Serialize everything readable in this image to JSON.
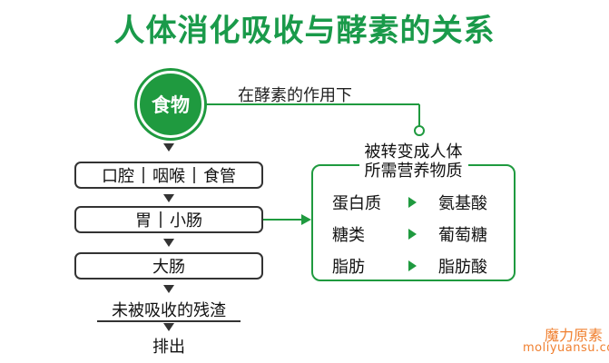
{
  "title": "人体消化吸收与酵素的关系",
  "food": "食物",
  "enzyme_label": "在酵素的作用下",
  "stages": [
    {
      "parts": [
        "口腔",
        "咽喉",
        "食管"
      ]
    },
    {
      "parts": [
        "胃",
        "小肠"
      ]
    },
    {
      "parts": [
        "大肠"
      ]
    }
  ],
  "residue": "未被吸收的残渣",
  "excrete": "排出",
  "box": {
    "title_line1": "被转变成人体",
    "title_line2": "所需营养物质",
    "conversions": [
      {
        "from": "蛋白质",
        "to": "氨基酸"
      },
      {
        "from": "糖类",
        "to": "葡萄糖"
      },
      {
        "from": "脂肪",
        "to": "脂肪酸"
      }
    ]
  },
  "watermark": {
    "cn": "魔力原素",
    "en": "moliyuansu.com"
  },
  "colors": {
    "green": "#1f9a3f",
    "title_green": "#1a9a4a",
    "watermark": "#f08030"
  }
}
